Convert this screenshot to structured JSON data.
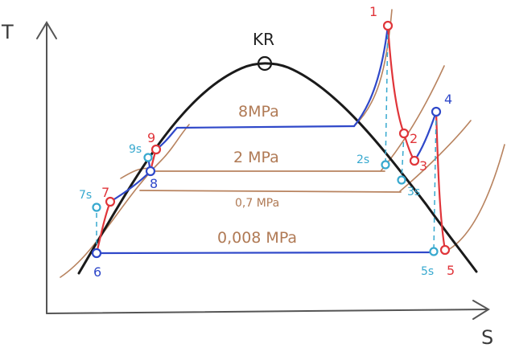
{
  "axes": {
    "y_label": "T",
    "x_label": "S"
  },
  "critical_point": {
    "label": "KR"
  },
  "isobars": [
    {
      "label": "8MPa"
    },
    {
      "label": "2 MPa"
    },
    {
      "label": "0,7 MPa"
    },
    {
      "label": "0,008 MPa"
    }
  ],
  "points": {
    "p1": "1",
    "p2": "2",
    "p2s": "2s",
    "p3": "3",
    "p3s": "3s",
    "p4": "4",
    "p5": "5",
    "p5s": "5s",
    "p6": "6",
    "p7": "7",
    "p7s": "7s",
    "p8": "8",
    "p9": "9",
    "p9s": "9s"
  },
  "colors": {
    "dome": "#1a1a1a",
    "isobar": "#b8835f",
    "process_blue": "#2f48c9",
    "process_red": "#e0353a",
    "isentropic": "#38a9cf",
    "axis": "#555555"
  }
}
